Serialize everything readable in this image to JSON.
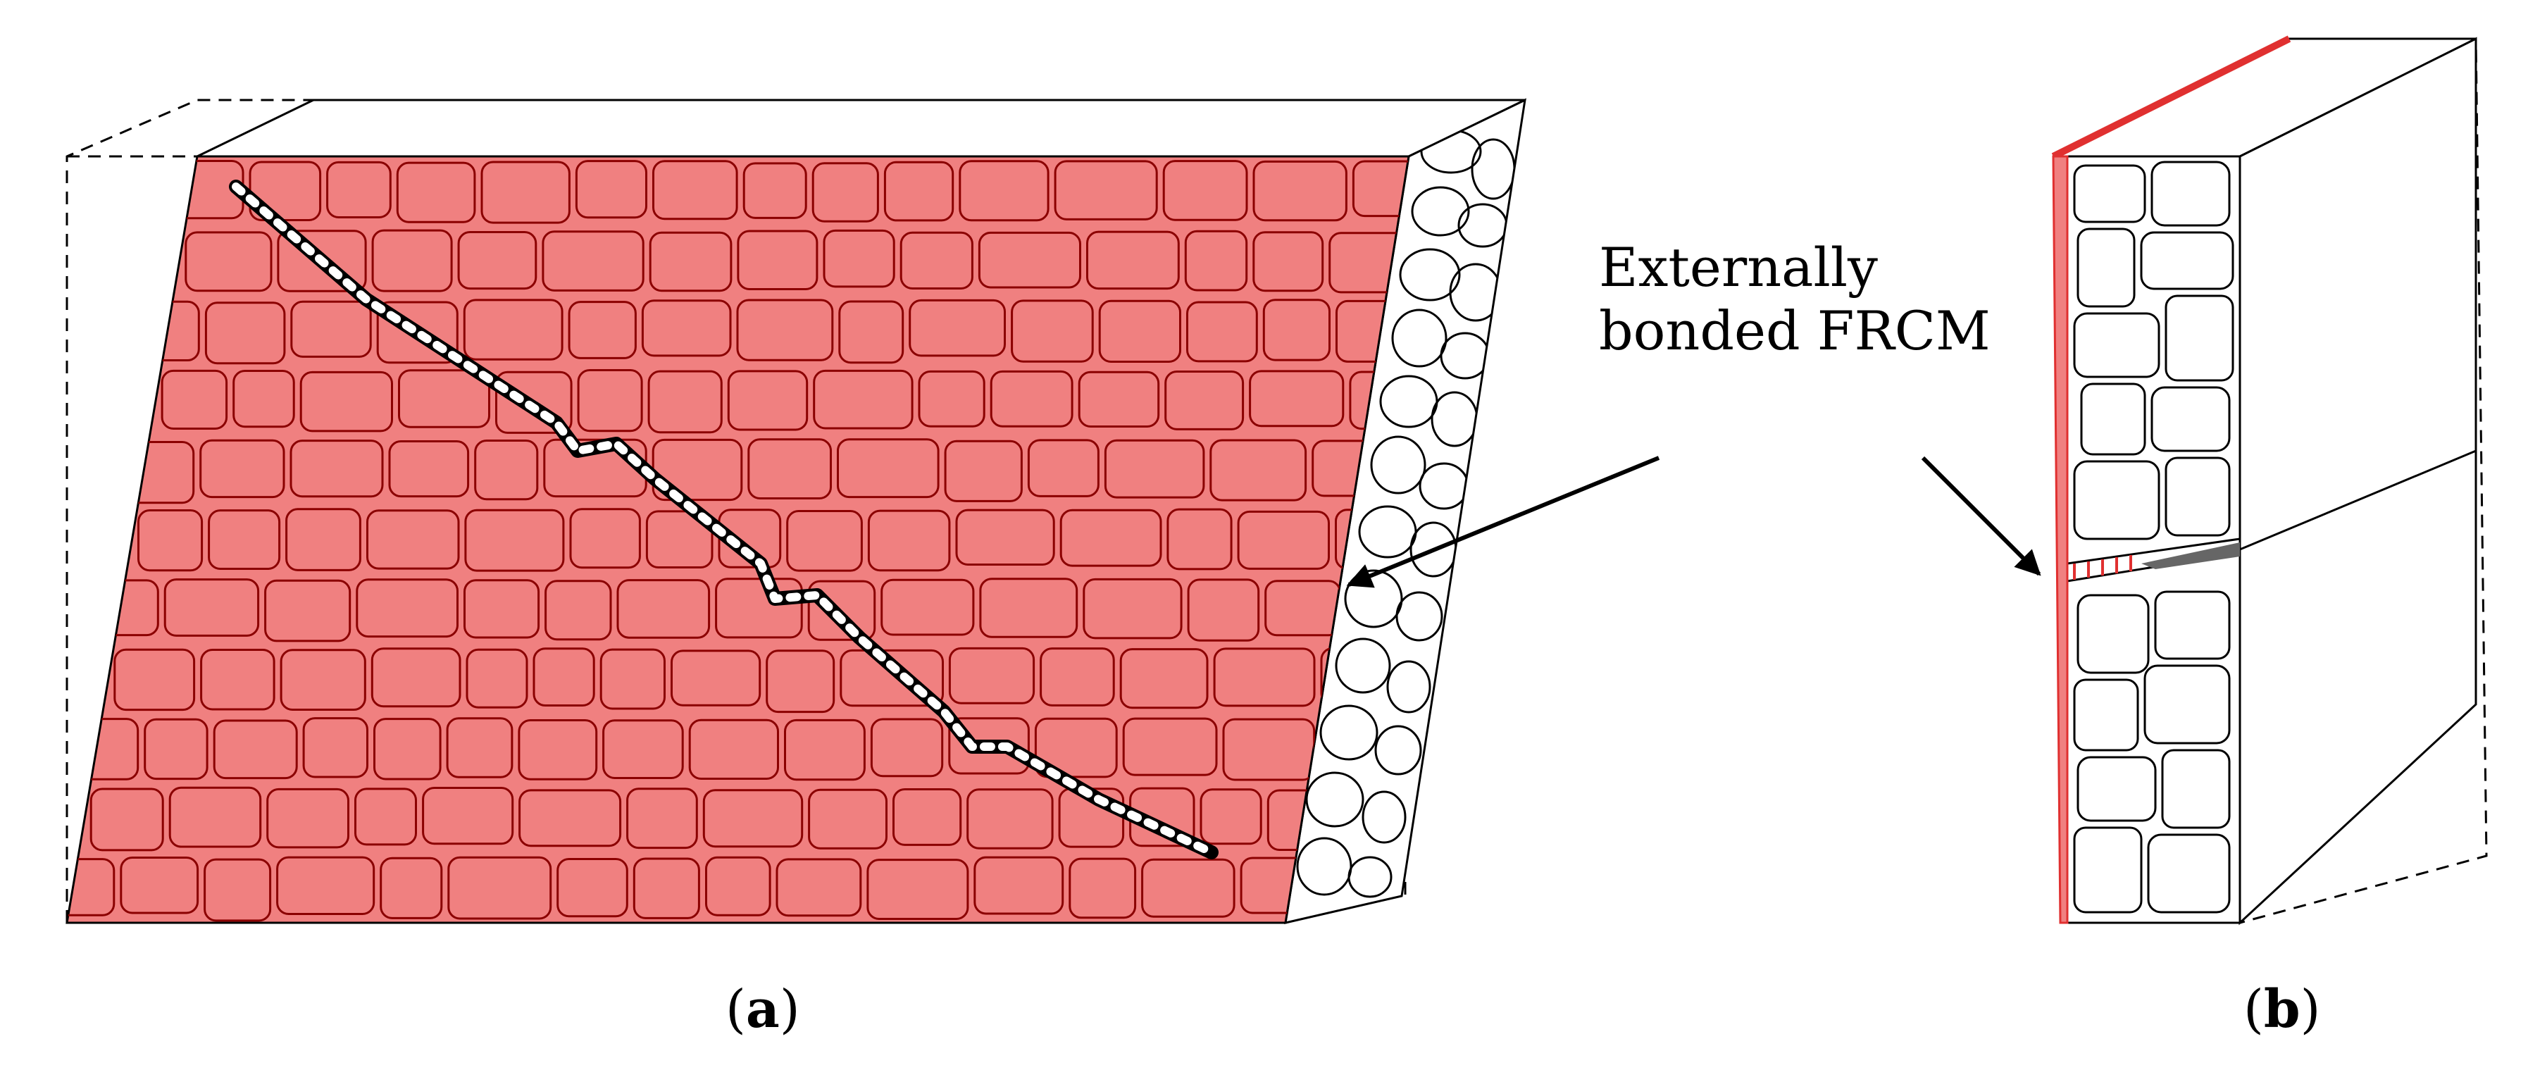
{
  "annotation": {
    "line1": "Externally",
    "line2": "bonded FRCM"
  },
  "captions": {
    "a": {
      "open": "(",
      "letter": "a",
      "close": ")"
    },
    "b": {
      "open": "(",
      "letter": "b",
      "close": ")"
    }
  },
  "colors": {
    "frcm_fill": "#f08080",
    "frcm_outline": "#8b0000",
    "frcm_edge": "#e03030",
    "outline": "#000000",
    "crack_inner": "#666666"
  }
}
